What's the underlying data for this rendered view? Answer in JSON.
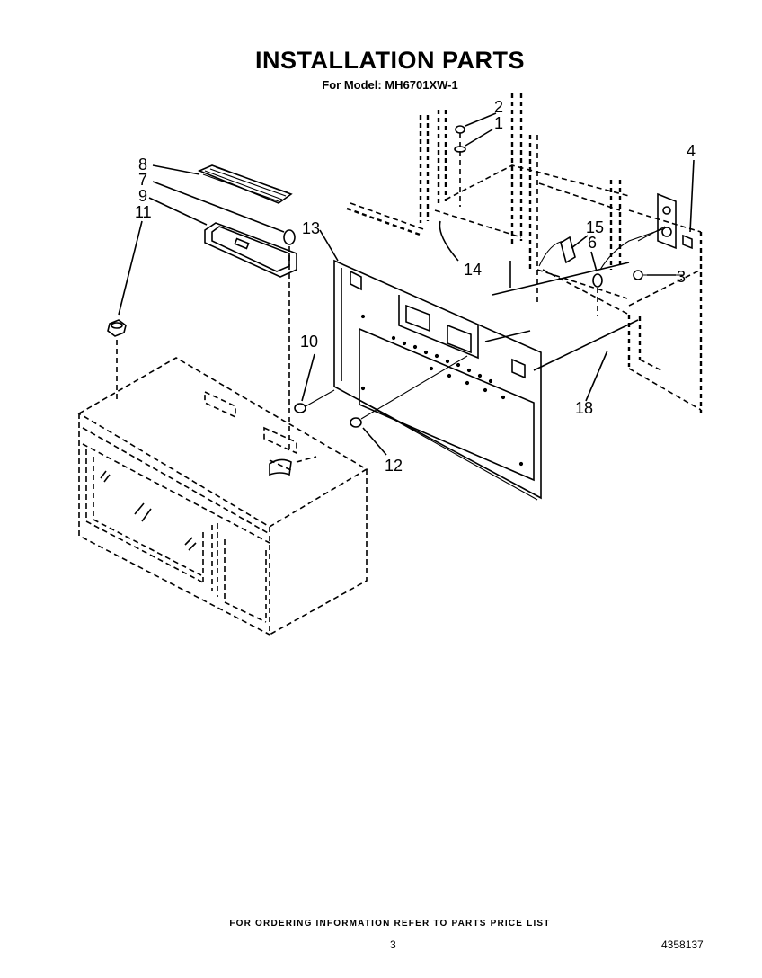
{
  "header": {
    "title": "INSTALLATION PARTS",
    "model": "For Model: MH6701XW-1"
  },
  "callouts": {
    "c1": "1",
    "c2": "2",
    "c3": "3",
    "c4": "4",
    "c6": "6",
    "c7": "7",
    "c8": "8",
    "c9": "9",
    "c10": "10",
    "c11": "11",
    "c12": "12",
    "c13": "13",
    "c14": "14",
    "c15": "15",
    "c18": "18"
  },
  "footer": {
    "notice": "FOR ORDERING INFORMATION REFER TO PARTS PRICE LIST",
    "page": "3",
    "doc_number": "4358137"
  }
}
